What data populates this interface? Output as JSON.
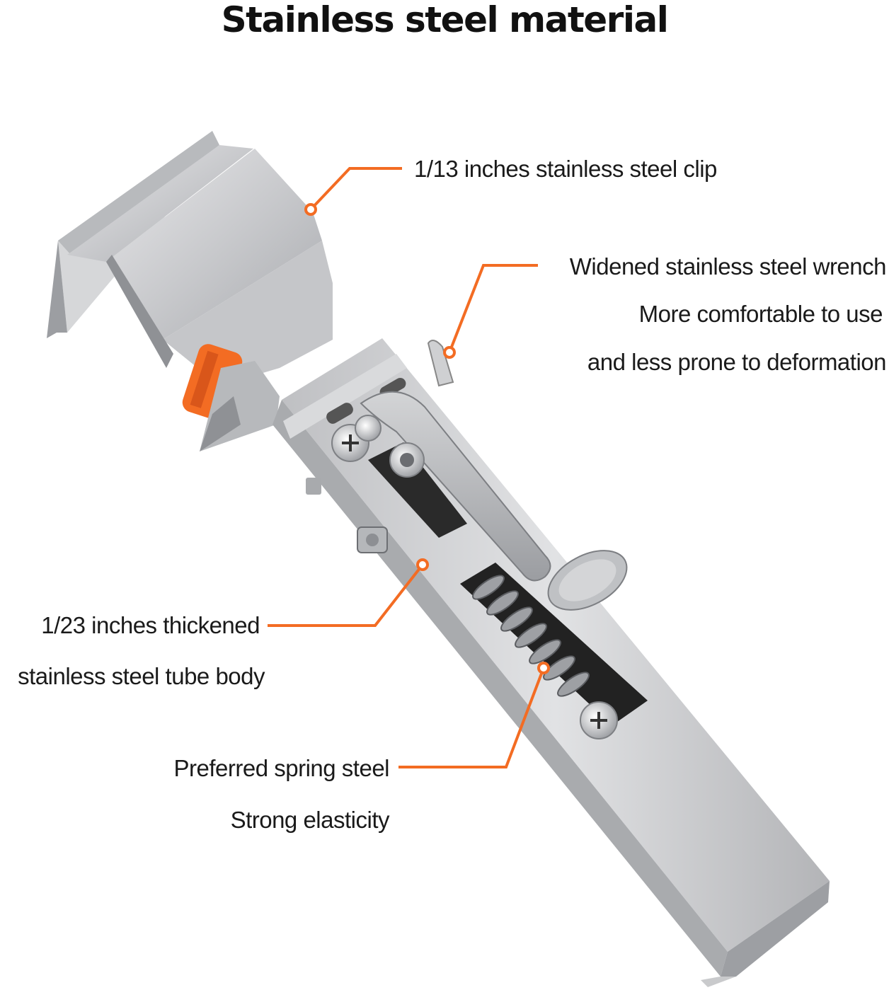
{
  "title": "Stainless steel material",
  "accent_color": "#f36c23",
  "callouts": {
    "clip": {
      "line1": "1/13  inches stainless steel clip"
    },
    "wrench": {
      "line1": "Widened stainless steel wrench",
      "line2": "More comfortable to use",
      "line3": "and less prone to deformation"
    },
    "tube": {
      "line1": "1/23 inches thickened",
      "line2": "stainless steel tube body"
    },
    "spring": {
      "line1": "Preferred spring steel",
      "line2": "Strong elasticity"
    }
  },
  "product_image": "stainless steel clamp tool illustration"
}
